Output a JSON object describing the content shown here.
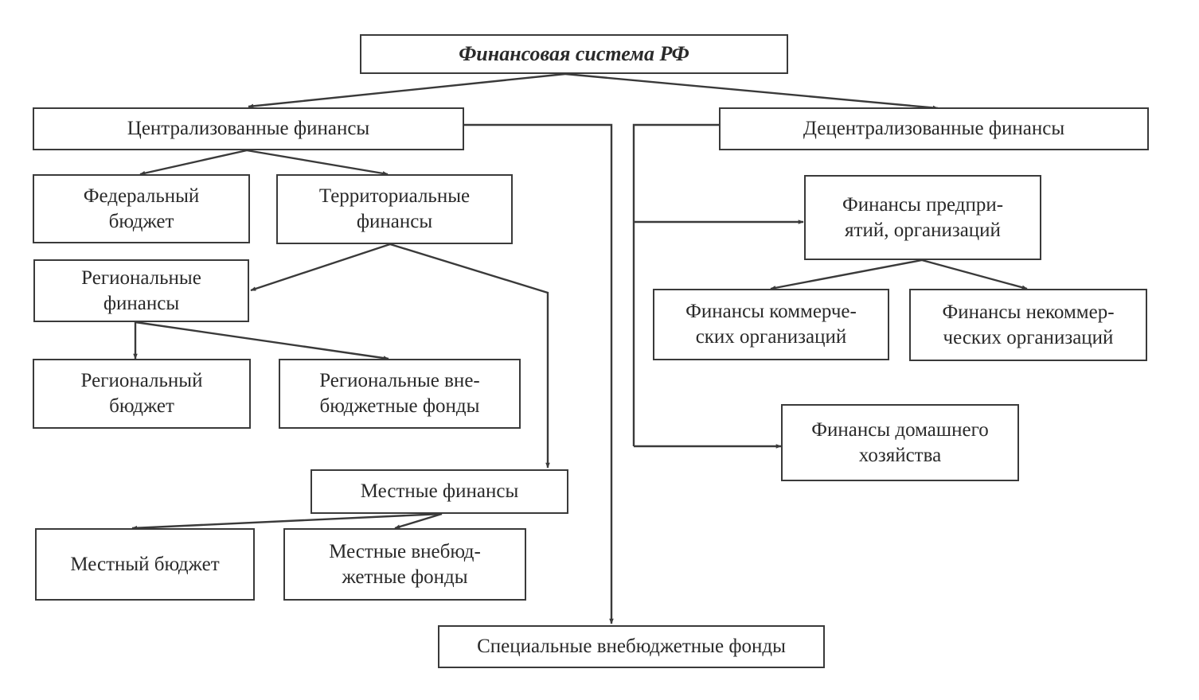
{
  "nodes": {
    "root": "Финансовая система РФ",
    "centralized": "Централизованные финансы",
    "decentralized": "Децентрализованные финансы",
    "federal_budget": "Федеральный\nбюджет",
    "territorial": "Территориальные\nфинансы",
    "regional_finance": "Региональные\nфинансы",
    "regional_budget": "Региональный\nбюджет",
    "regional_funds": "Региональные вне-\nбюджетные фонды",
    "local_finance": "Местные финансы",
    "local_budget": "Местный бюджет",
    "local_funds": "Местные внебюд-\nжетные фонды",
    "special_funds": "Специальные внебюджетные фонды",
    "enterprise": "Финансы предпри-\nятий, организаций",
    "commercial": "Финансы коммерче-\nских организаций",
    "noncommercial": "Финансы некоммер-\nческих организаций",
    "household": "Финансы домашнего\nхозяйства"
  }
}
